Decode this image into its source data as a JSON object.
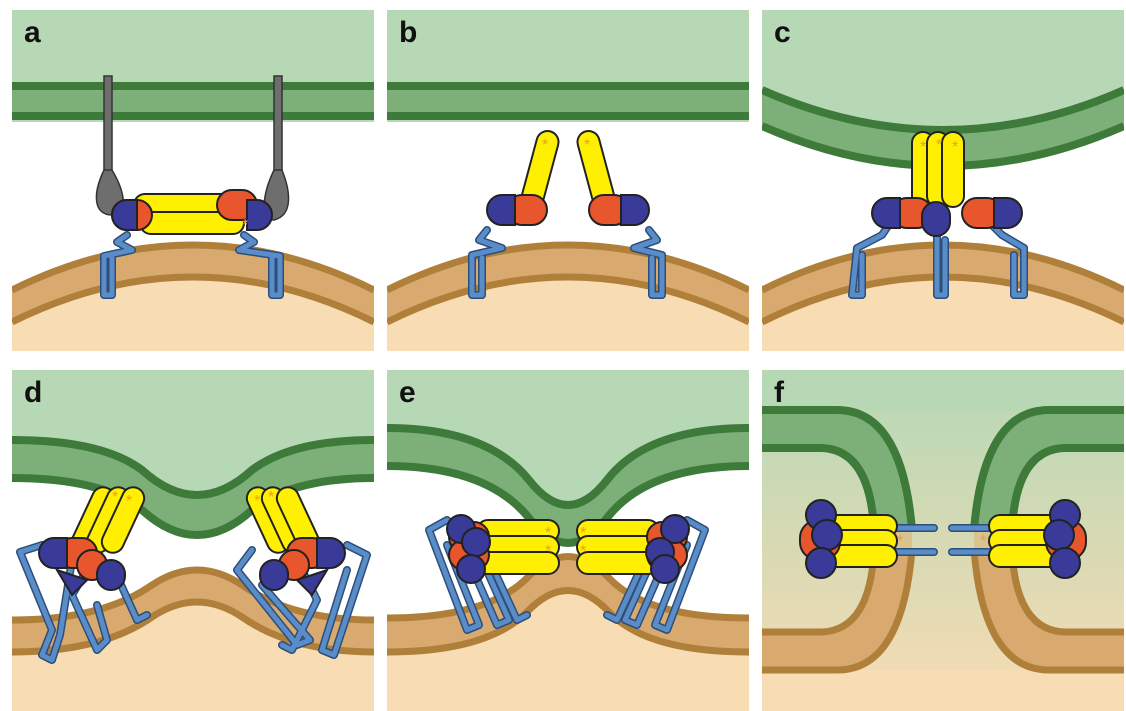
{
  "panels": [
    {
      "label": "a"
    },
    {
      "label": "b"
    },
    {
      "label": "c"
    },
    {
      "label": "d"
    },
    {
      "label": "e"
    },
    {
      "label": "f"
    }
  ],
  "colors": {
    "top_cell": "#b6d8b5",
    "top_membrane_band": "#7cb078",
    "top_membrane_line": "#3e7a3a",
    "bottom_cell": "#f7dcb4",
    "bottom_membrane_band": "#d9aa6f",
    "bottom_membrane_line": "#b07f3a",
    "snare_tm": "#5a8cc8",
    "snare_helix": "#ffef00",
    "domain_orange": "#e8562e",
    "domain_blue": "#3a3a98",
    "tether_grey": "#6e6e6e",
    "asterisk": "#f49a2a"
  }
}
